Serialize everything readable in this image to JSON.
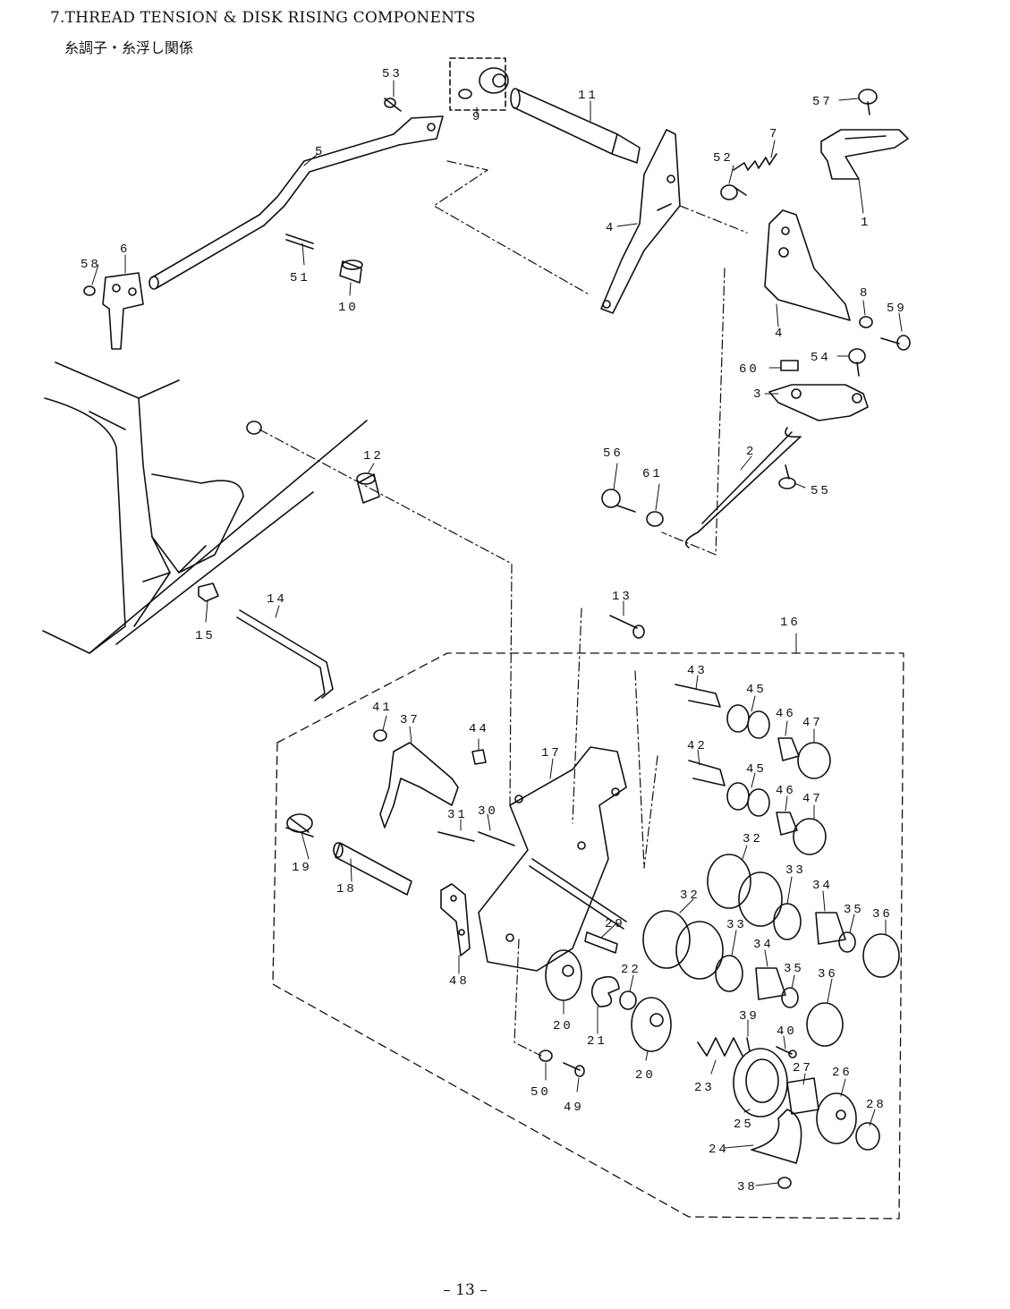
{
  "header": {
    "title": "7.THREAD TENSION & DISK RISING COMPONENTS",
    "subtitle": "糸調子・糸浮し関係"
  },
  "footer": {
    "page_number": "– 13 –"
  },
  "part_labels": {
    "p1": "1",
    "p2": "2",
    "p3": "3",
    "p4a": "4",
    "p4b": "4",
    "p5": "5",
    "p6": "6",
    "p7": "7",
    "p8": "8",
    "p9": "9",
    "p10": "10",
    "p11": "11",
    "p12": "12",
    "p13": "13",
    "p14": "14",
    "p15": "15",
    "p16": "16",
    "p17": "17",
    "p18": "18",
    "p19": "19",
    "p20a": "20",
    "p20b": "20",
    "p21": "21",
    "p22": "22",
    "p23": "23",
    "p24": "24",
    "p25": "25",
    "p26": "26",
    "p27": "27",
    "p28": "28",
    "p29": "29",
    "p30": "30",
    "p31": "31",
    "p32a": "32",
    "p32b": "32",
    "p33a": "33",
    "p33b": "33",
    "p34a": "34",
    "p34b": "34",
    "p35a": "35",
    "p35b": "35",
    "p36a": "36",
    "p36b": "36",
    "p37": "37",
    "p38": "38",
    "p39": "39",
    "p40": "40",
    "p41": "41",
    "p42": "42",
    "p43": "43",
    "p44": "44",
    "p45a": "45",
    "p45b": "45",
    "p46a": "46",
    "p46b": "46",
    "p47a": "47",
    "p47b": "47",
    "p48": "48",
    "p49": "49",
    "p50": "50",
    "p51": "51",
    "p52": "52",
    "p53": "53",
    "p54": "54",
    "p55": "55",
    "p56": "56",
    "p57": "57",
    "p58": "58",
    "p59": "59",
    "p60": "60",
    "p61": "61"
  }
}
